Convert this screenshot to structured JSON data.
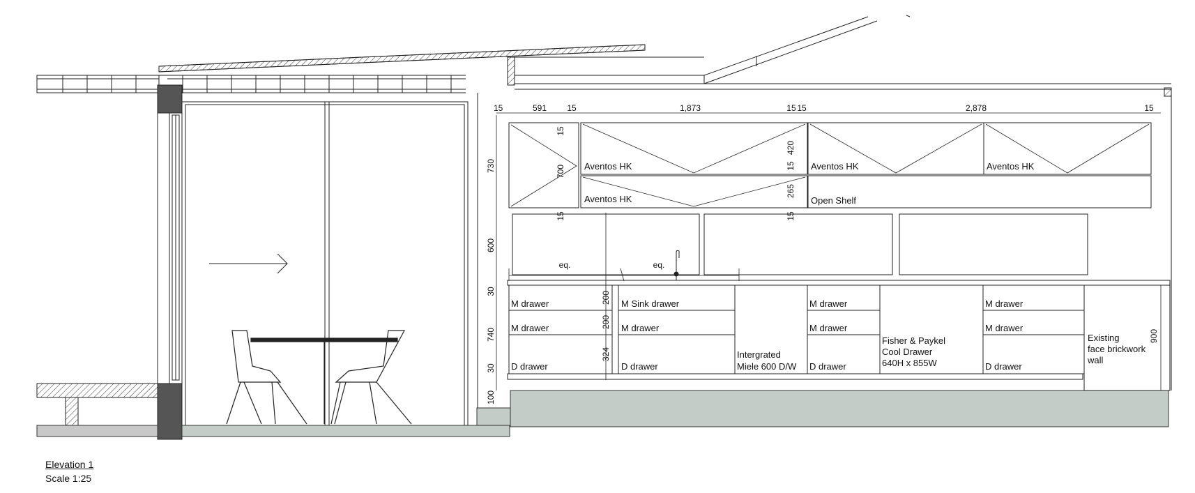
{
  "caption": {
    "title": "Elevation 1",
    "scale": "Scale 1:25"
  },
  "dimensions_top": [
    "15",
    "591",
    "15",
    "1,873",
    "15",
    "15",
    "2,878",
    "15"
  ],
  "dimensions_left": [
    "730",
    "15",
    "700",
    "15",
    "420",
    "15",
    "265",
    "15",
    "600",
    "30",
    "740",
    "30",
    "100"
  ],
  "dimensions_inner": [
    "200",
    "200",
    "324",
    "eq.",
    "eq."
  ],
  "dimension_right": "900",
  "overhead": [
    "Aventos HK",
    "Aventos HK",
    "Aventos HK",
    "Aventos HK",
    "Open Shelf"
  ],
  "base": [
    "M drawer",
    "M drawer",
    "D drawer",
    "M Sink drawer",
    "M drawer",
    "D drawer",
    "Intergrated",
    "Miele 600 D/W",
    "M drawer",
    "M drawer",
    "D drawer",
    "Fisher & Paykel",
    "Cool Drawer",
    "640H x 855W",
    "M drawer",
    "M drawer",
    "D drawer"
  ],
  "wall_note": [
    "Existing",
    "face brickwork",
    "wall"
  ]
}
